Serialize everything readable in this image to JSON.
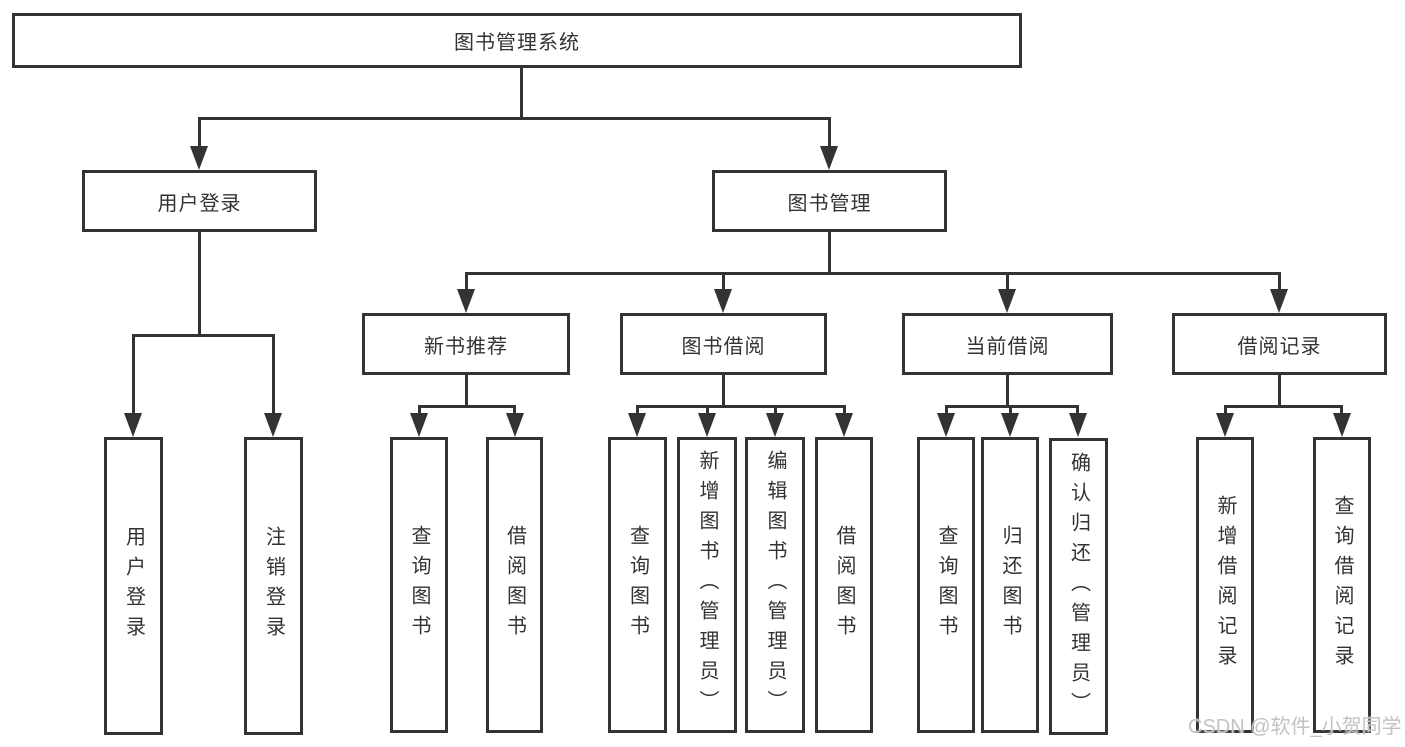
{
  "tree": {
    "root": {
      "label": "图书管理系统"
    },
    "children": [
      {
        "label": "用户登录",
        "children": [
          {
            "label": "用户登录"
          },
          {
            "label": "注销登录"
          }
        ]
      },
      {
        "label": "图书管理",
        "children": [
          {
            "label": "新书推荐",
            "children": [
              {
                "label": "查询图书"
              },
              {
                "label": "借阅图书"
              }
            ]
          },
          {
            "label": "图书借阅",
            "children": [
              {
                "label": "查询图书"
              },
              {
                "label": "新增图书（管理员）"
              },
              {
                "label": "编辑图书（管理员）"
              },
              {
                "label": "借阅图书"
              }
            ]
          },
          {
            "label": "当前借阅",
            "children": [
              {
                "label": "查询图书"
              },
              {
                "label": "归还图书"
              },
              {
                "label": "确认归还（管理员）"
              }
            ]
          },
          {
            "label": "借阅记录",
            "children": [
              {
                "label": "新增借阅记录"
              },
              {
                "label": "查询借阅记录"
              }
            ]
          }
        ]
      }
    ]
  },
  "watermark": {
    "text": "CSDN @软件_小贺同学"
  },
  "colors": {
    "line": "#333333",
    "text": "#333333",
    "watermark": "#c2c2c2",
    "background": "#ffffff"
  }
}
